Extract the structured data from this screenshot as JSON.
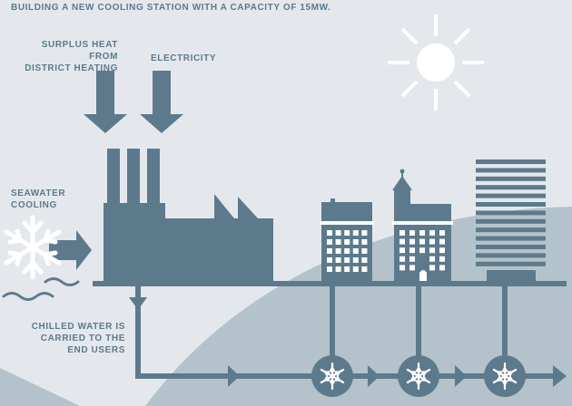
{
  "caption": "BUILDING A NEW COOLING STATION WITH A CAPACITY OF 15MW.",
  "labels": {
    "surplus_heat_line1": "SURPLUS HEAT FROM",
    "surplus_heat_line2": "DISTRICT HEATING",
    "electricity": "ELECTRICITY",
    "seawater_line1": "SEAWATER",
    "seawater_line2": "COOLING",
    "chilled_line1": "CHILLED WATER IS",
    "chilled_line2": "CARRIED TO THE",
    "chilled_line3": "END USERS"
  },
  "colors": {
    "background": "#e4e8ec",
    "primary": "#5d7a8c",
    "hill": "#b4c3cb",
    "sun": "#ffffff",
    "snow": "#ffffff"
  },
  "icons": [
    "sun-icon",
    "snowflake-icon",
    "wave-icon",
    "arrow-down-icon",
    "arrow-right-icon"
  ]
}
